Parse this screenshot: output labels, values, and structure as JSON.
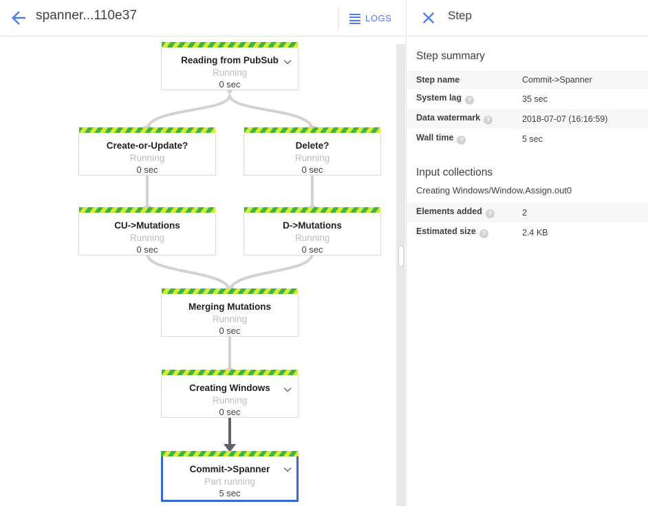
{
  "left_header": {
    "back_icon": "back-arrow-icon",
    "title": "spanner...110e37",
    "logs_label": "LOGS",
    "logs_icon": "hamburger-icon"
  },
  "right_header": {
    "close_icon": "close-icon",
    "title": "Step"
  },
  "colors": {
    "accent_blue": "#4a7bec",
    "selected_border": "#3367d6",
    "stripe_light": "#d4ec33",
    "stripe_dark": "#3cb44a",
    "edge_gray": "#d2d2d2",
    "edge_dark": "#5f6368"
  },
  "graph": {
    "nodes": [
      {
        "id": "reading-from-pubsub",
        "title": "Reading from PubSub",
        "status": "Running",
        "time": "0 sec",
        "chevron": true,
        "selected": false
      },
      {
        "id": "create-or-update",
        "title": "Create-or-Update?",
        "status": "Running",
        "time": "0 sec",
        "chevron": false,
        "selected": false
      },
      {
        "id": "delete",
        "title": "Delete?",
        "status": "Running",
        "time": "0 sec",
        "chevron": false,
        "selected": false
      },
      {
        "id": "cu-mutations",
        "title": "CU->Mutations",
        "status": "Running",
        "time": "0 sec",
        "chevron": false,
        "selected": false
      },
      {
        "id": "d-mutations",
        "title": "D->Mutations",
        "status": "Running",
        "time": "0 sec",
        "chevron": false,
        "selected": false
      },
      {
        "id": "merging-mutations",
        "title": "Merging Mutations",
        "status": "Running",
        "time": "0 sec",
        "chevron": false,
        "selected": false
      },
      {
        "id": "creating-windows",
        "title": "Creating Windows",
        "status": "Running",
        "time": "0 sec",
        "chevron": true,
        "selected": false
      },
      {
        "id": "commit-spanner",
        "title": "Commit->Spanner",
        "status": "Part running",
        "time": "5 sec",
        "chevron": true,
        "selected": true
      }
    ]
  },
  "step_summary": {
    "heading": "Step summary",
    "rows": [
      {
        "label": "Step name",
        "help": false,
        "value": "Commit->Spanner"
      },
      {
        "label": "System lag",
        "help": true,
        "value": "35 sec"
      },
      {
        "label": "Data watermark",
        "help": true,
        "value": "2018-07-07 (16:16:59)"
      },
      {
        "label": "Wall time",
        "help": true,
        "value": "5 sec"
      }
    ]
  },
  "input_collections": {
    "heading": "Input collections",
    "collection_name": "Creating Windows/Window.Assign.out0",
    "rows": [
      {
        "label": "Elements added",
        "help": true,
        "value": "2"
      },
      {
        "label": "Estimated size",
        "help": true,
        "value": "2.4 KB"
      }
    ]
  }
}
